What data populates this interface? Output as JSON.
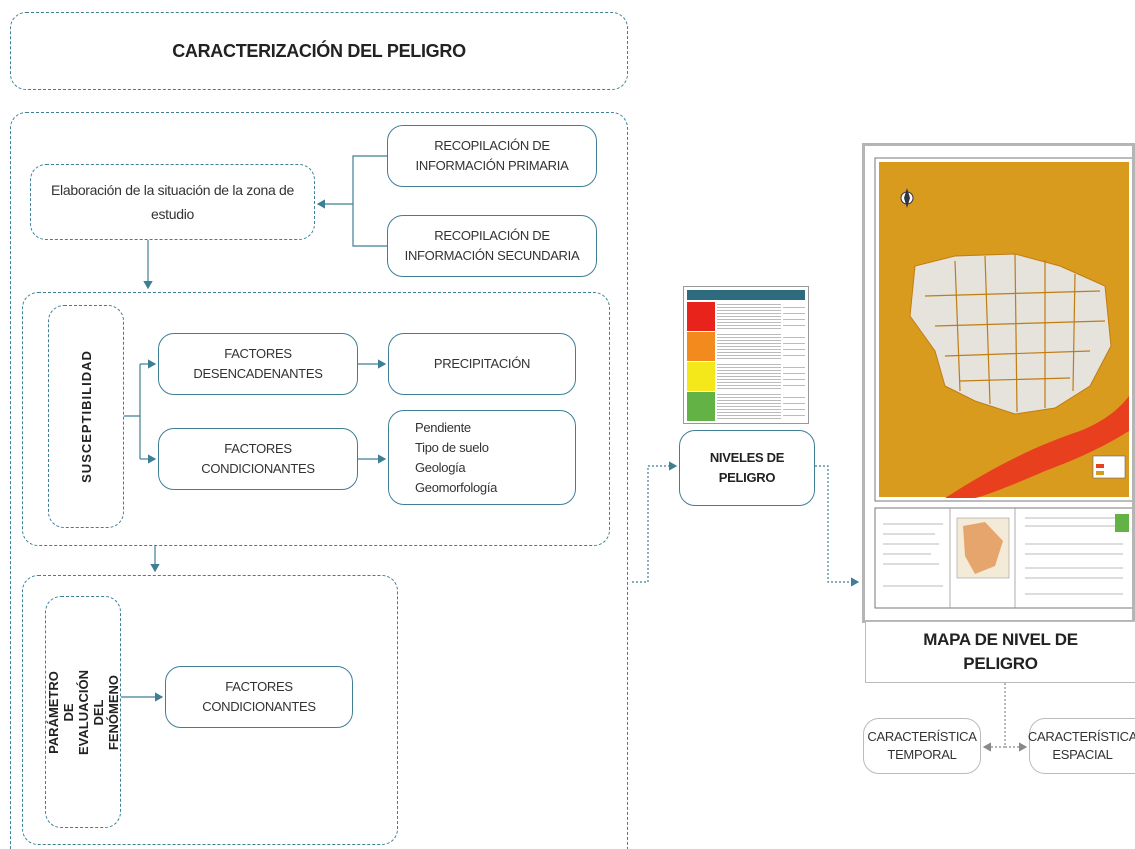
{
  "title": "CARACTERIZACIÓN DEL PELIGRO",
  "elaboracion": "Elaboración de la situación de la zona de estudio",
  "recop_primaria": "RECOPILACIÓN DE\nINFORMACIÓN PRIMARIA",
  "recop_secundaria": "RECOPILACIÓN DE\nINFORMACIÓN SECUNDARIA",
  "susceptibilidad": "SUSCEPTIBILIDAD",
  "factores_desencadenantes": "FACTORES\nDESENCADENANTES",
  "precipitacion": "PRECIPITACIÓN",
  "factores_condicionantes": "FACTORES\nCONDICIONANTES",
  "condicionantes_list": "Pendiente\nTipo de suelo\nGeología\nGeomorfología",
  "parametro": "PARÁMETRO DE\nEVALUACIÓN DEL\nFENÓMENO",
  "factores_condicionantes_2": "FACTORES\nCONDICIONANTES",
  "niveles": "NIVELES DE\nPELIGRO",
  "mapa_title": "MAPA DE NIVEL DE\nPELIGRO",
  "caract_temporal": "CARACTERÍSTICA\nTEMPORAL",
  "caract_espacial": "CARACTERÍSTICA\nESPACIAL",
  "colors": {
    "border": "#3f7f96",
    "muy_alto": "#e8231b",
    "alto": "#f28a1e",
    "medio": "#f5e81a",
    "bajo": "#63b245",
    "map_orange": "#d99b1e",
    "map_red": "#e8401f"
  }
}
